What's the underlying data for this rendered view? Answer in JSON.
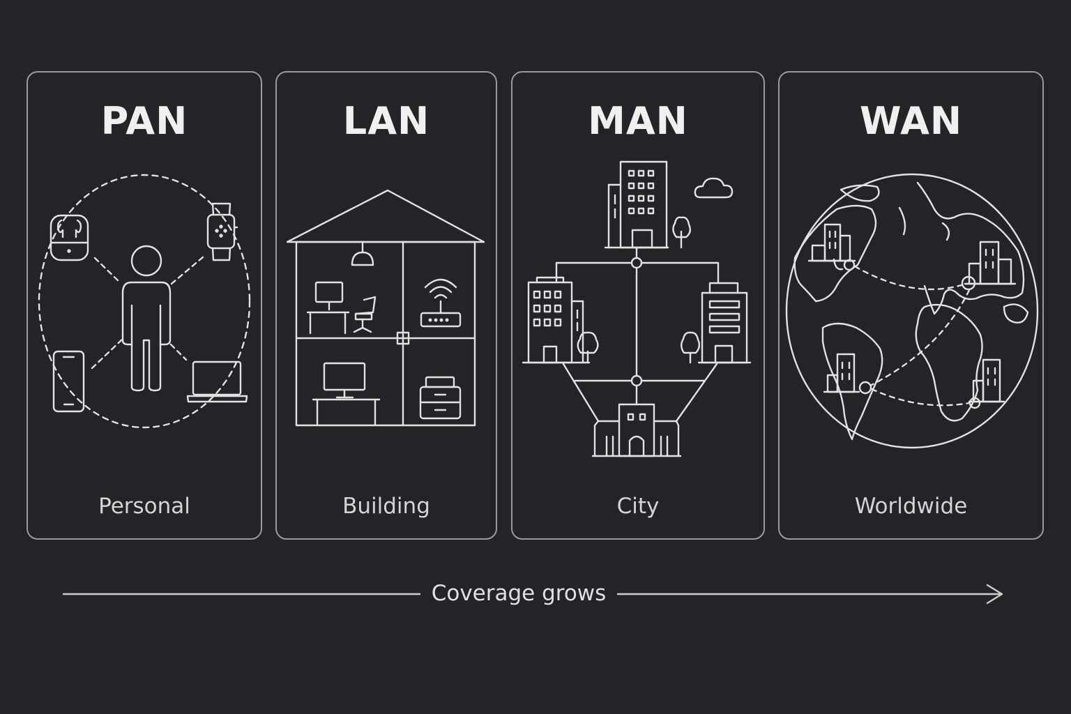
{
  "panels": [
    {
      "title": "PAN",
      "label": "Personal"
    },
    {
      "title": "LAN",
      "label": "Building"
    },
    {
      "title": "MAN",
      "label": "City"
    },
    {
      "title": "WAN",
      "label": "Worldwide"
    }
  ],
  "axis": {
    "caption": "Coverage grows"
  },
  "colors": {
    "background": "#222427",
    "stroke": "#e2e2e2",
    "border": "#9a9a9a"
  }
}
